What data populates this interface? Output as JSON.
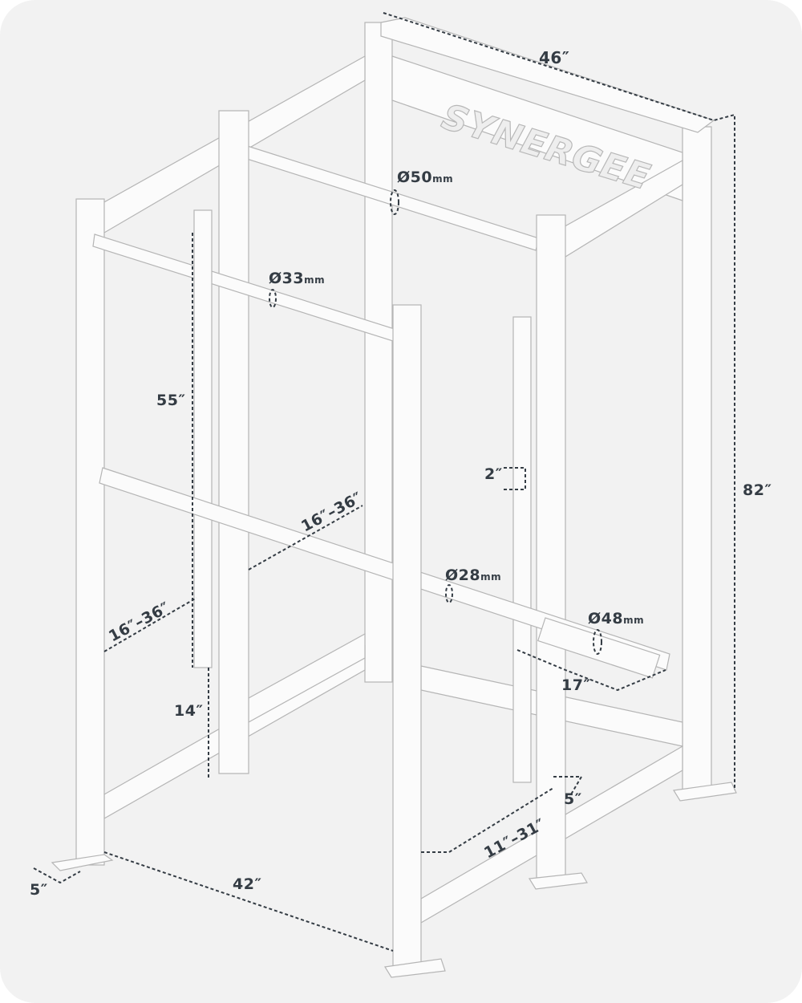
{
  "brand": "SYNERGEE",
  "dimensions": {
    "width_top": "46″",
    "pullup_bar_back_diameter": {
      "symbol": "Ø",
      "value": "50",
      "unit": "mm"
    },
    "pullup_bar_front_diameter": {
      "symbol": "Ø",
      "value": "33",
      "unit": "mm"
    },
    "safety_rail_height": "55″",
    "inner_span": "16″–36″",
    "inner_span_left": "16″–36″",
    "hole_spacing": "2″",
    "barbell_shaft_diameter": {
      "symbol": "Ø",
      "value": "28",
      "unit": "mm"
    },
    "sleeve_diameter": {
      "symbol": "Ø",
      "value": "48",
      "unit": "mm"
    },
    "total_height": "82″",
    "sleeve_length": "17″",
    "lowest_height": "14″",
    "foot_right": "5″",
    "adjustable_depth": "11″–31″",
    "foot_left": "5″",
    "depth": "42″"
  },
  "colors": {
    "background": "#f2f2f2",
    "text": "#343c44",
    "frame_stroke": "#b5b5b5",
    "frame_fill": "#fbfbfb"
  }
}
